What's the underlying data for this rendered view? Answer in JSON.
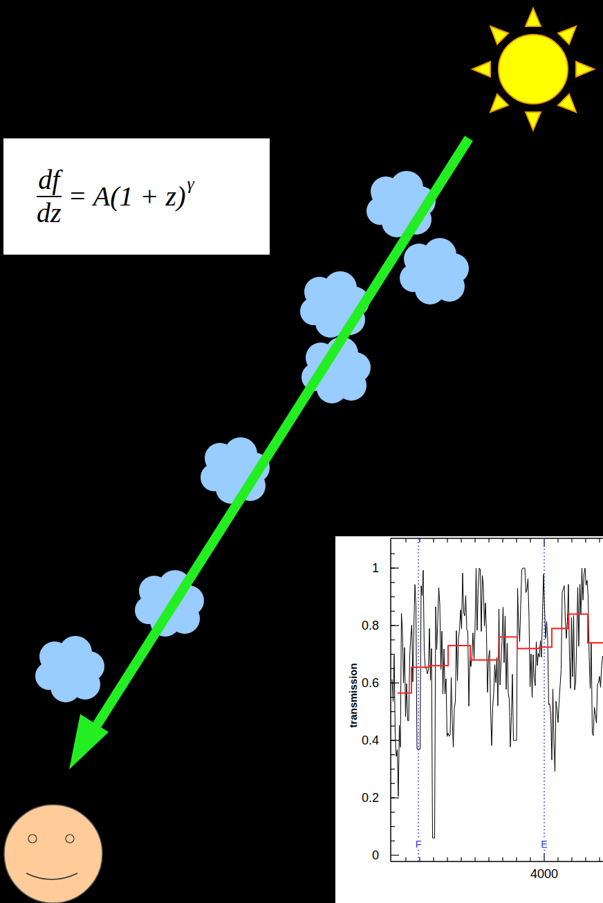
{
  "diagram": {
    "nodes": [
      {
        "text": [
          "df",
          "dz",
          "= A(1 + z)",
          "γ"
        ]
      }
    ],
    "labels": [
      "1",
      "0.8",
      "0.6",
      "0.4",
      "0.2",
      "0",
      "transmission",
      "F",
      "E",
      "4000"
    ]
  }
}
